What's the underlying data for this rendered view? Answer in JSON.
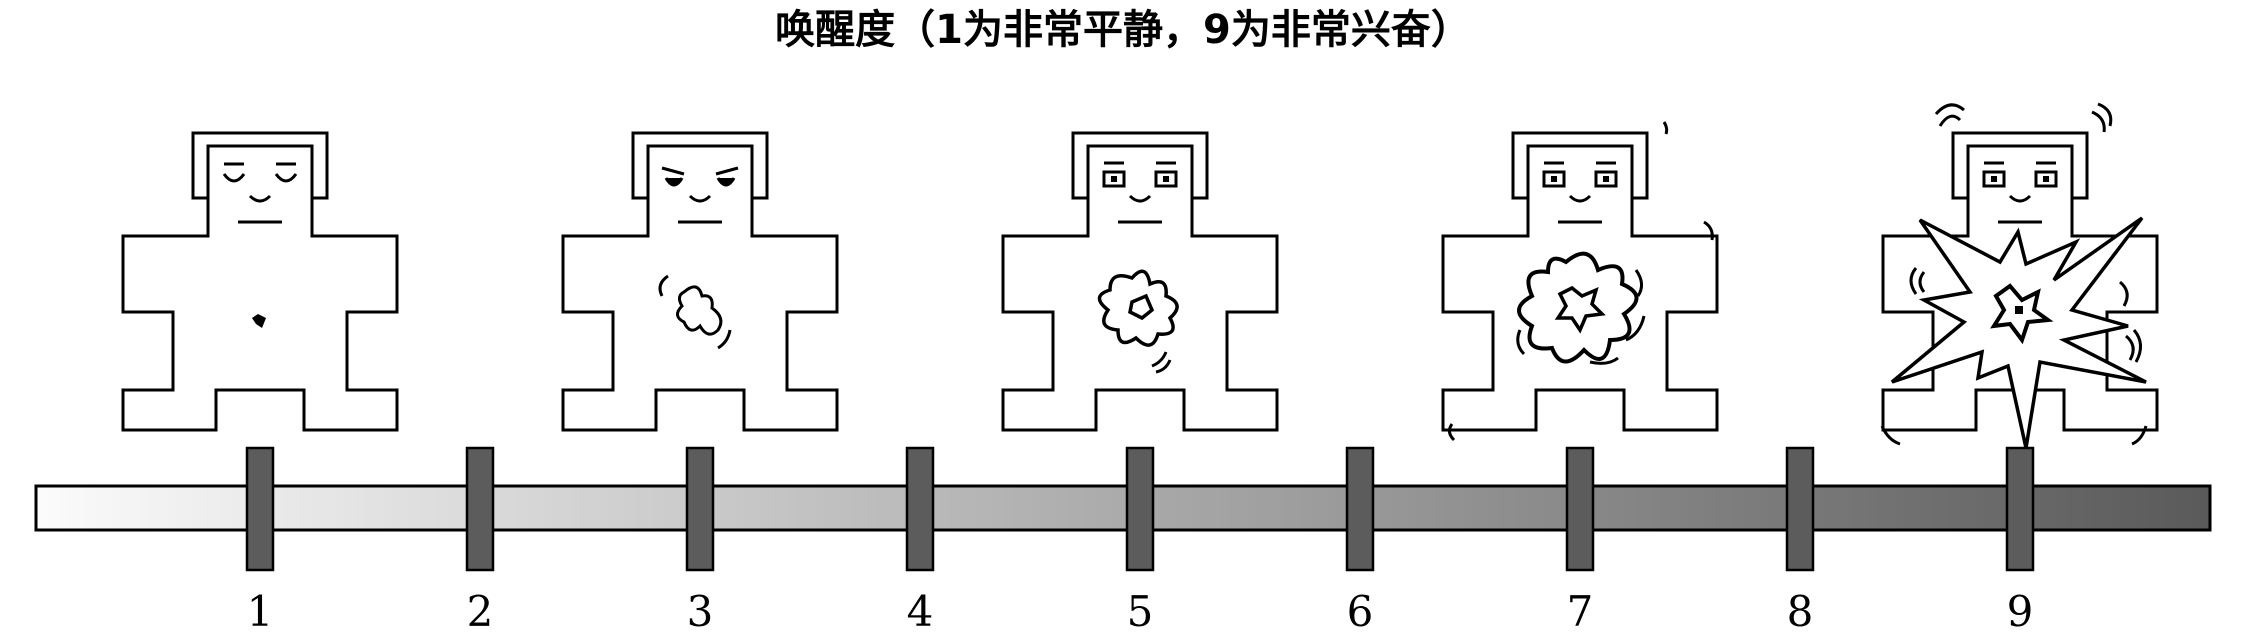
{
  "title": "唤醒度（1为非常平静，9为非常兴奋）",
  "scale": {
    "labels": [
      "1",
      "2",
      "3",
      "4",
      "5",
      "6",
      "7",
      "8",
      "9"
    ],
    "gradient_start": "#fbfbfb",
    "gradient_end": "#5a5a5a",
    "tick_color": "#5c5c5c"
  },
  "figures": [
    {
      "scale_value": 1,
      "eyes": "closed",
      "center": "dot"
    },
    {
      "scale_value": 3,
      "eyes": "frowning",
      "center": "small-blob"
    },
    {
      "scale_value": 5,
      "eyes": "open",
      "center": "medium-blob"
    },
    {
      "scale_value": 7,
      "eyes": "open",
      "center": "large-blob"
    },
    {
      "scale_value": 9,
      "eyes": "open",
      "center": "explosion"
    }
  ]
}
